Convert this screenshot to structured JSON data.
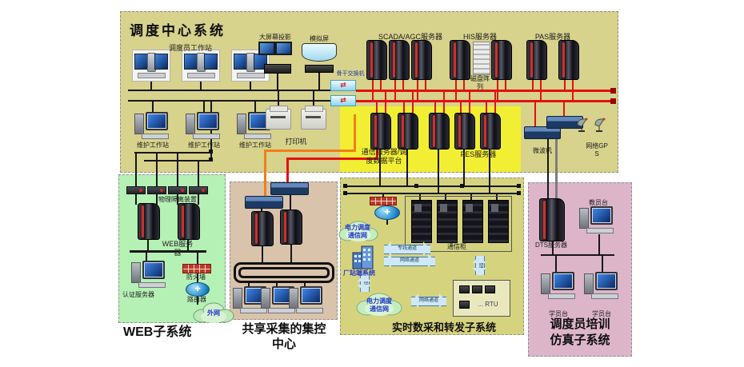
{
  "colors": {
    "dispatch_bg": "#d7d28c",
    "highlight_bg": "#f2ee33",
    "web_bg": "#b5f0b5",
    "shared_bg": "#d9c3ab",
    "realtime_bg": "#d6d37f",
    "dts_bg": "#dcb5c9",
    "bus_red": "#e01212",
    "link_orange": "#ef8018",
    "line_black": "#171717"
  },
  "dispatch": {
    "title": "调度中心系统",
    "operator_ws_label": "调度员工作站",
    "projector_label": "大屏幕投影",
    "mimic_label": "模拟屏",
    "backbone_label": "骨干交换机",
    "scada_label": "SCADA/AGC服务器",
    "his_label": "HIS服务器",
    "disk_label": "磁盘阵列",
    "pas_label": "PAS服务器",
    "maint_ws_labels": [
      "维护工作站",
      "维护工作站",
      "维护工作站"
    ],
    "printer_label": "打印机",
    "comm_server_label": "通信服务器/调度数据平台",
    "fes_label": "FES服务器",
    "microwave_label": "微波机",
    "gps_label": "网络GPS"
  },
  "web": {
    "title": "WEB子系统",
    "isolation_label": "物理隔离装置",
    "server_label": "WEB服务器",
    "auth_label": "认证服务器",
    "firewall_label": "防火墙",
    "router_label": "路由器",
    "cloud_label": "外网"
  },
  "shared": {
    "title_line1": "共享采集的集控",
    "title_line2": "中心"
  },
  "realtime": {
    "title": "实时数采和转发子系统",
    "net_label": "电力调度通信网",
    "cabinet_label": "通信柜",
    "station_label": "厂站端系统",
    "cloud_label": "电力调度通信网",
    "rtu_label": "... RTU",
    "arrow_labels": [
      "专线通道",
      "网络通道",
      "网络通道"
    ],
    "channel_label": "通道",
    "channel_label2": "通道"
  },
  "dts": {
    "title_line1": "调度员培训",
    "title_line2": "仿真子系统",
    "server_label": "DTS服务器",
    "instructor_label": "教员台",
    "student_labels": [
      "学员台",
      "学员台"
    ]
  }
}
